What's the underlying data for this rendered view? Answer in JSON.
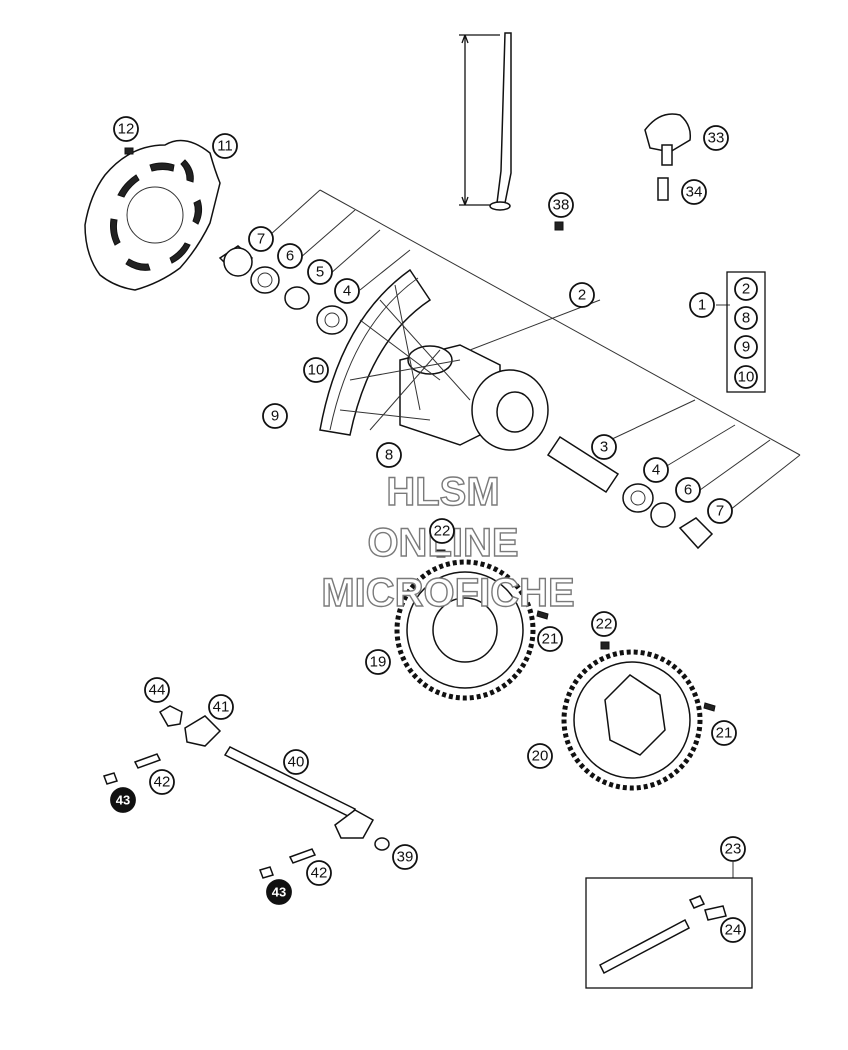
{
  "callouts": [
    {
      "id": "c1",
      "label": "1"
    },
    {
      "id": "c2a",
      "label": "2"
    },
    {
      "id": "c2b",
      "label": "2"
    },
    {
      "id": "c3",
      "label": "3"
    },
    {
      "id": "c4a",
      "label": "4"
    },
    {
      "id": "c4b",
      "label": "4"
    },
    {
      "id": "c5",
      "label": "5"
    },
    {
      "id": "c6a",
      "label": "6"
    },
    {
      "id": "c6b",
      "label": "6"
    },
    {
      "id": "c7a",
      "label": "7"
    },
    {
      "id": "c7b",
      "label": "7"
    },
    {
      "id": "c8a",
      "label": "8"
    },
    {
      "id": "c8b",
      "label": "8"
    },
    {
      "id": "c9a",
      "label": "9"
    },
    {
      "id": "c9b",
      "label": "9"
    },
    {
      "id": "c10a",
      "label": "10"
    },
    {
      "id": "c10b",
      "label": "10"
    },
    {
      "id": "c11",
      "label": "11"
    },
    {
      "id": "c12",
      "label": "12"
    },
    {
      "id": "c19",
      "label": "19"
    },
    {
      "id": "c20",
      "label": "20"
    },
    {
      "id": "c21a",
      "label": "21"
    },
    {
      "id": "c21b",
      "label": "21"
    },
    {
      "id": "c22a",
      "label": "22"
    },
    {
      "id": "c22b",
      "label": "22"
    },
    {
      "id": "c23",
      "label": "23"
    },
    {
      "id": "c24",
      "label": "24"
    },
    {
      "id": "c33",
      "label": "33"
    },
    {
      "id": "c34",
      "label": "34"
    },
    {
      "id": "c38",
      "label": "38"
    },
    {
      "id": "c39",
      "label": "39"
    },
    {
      "id": "c40",
      "label": "40"
    },
    {
      "id": "c41",
      "label": "41"
    },
    {
      "id": "c42a",
      "label": "42"
    },
    {
      "id": "c42b",
      "label": "42"
    },
    {
      "id": "c43a",
      "label": "43"
    },
    {
      "id": "c43b",
      "label": "43"
    },
    {
      "id": "c44",
      "label": "44"
    }
  ],
  "watermark": {
    "line1": "HLSM",
    "line2": "ONLINE",
    "line3": "MICROFICHE"
  }
}
